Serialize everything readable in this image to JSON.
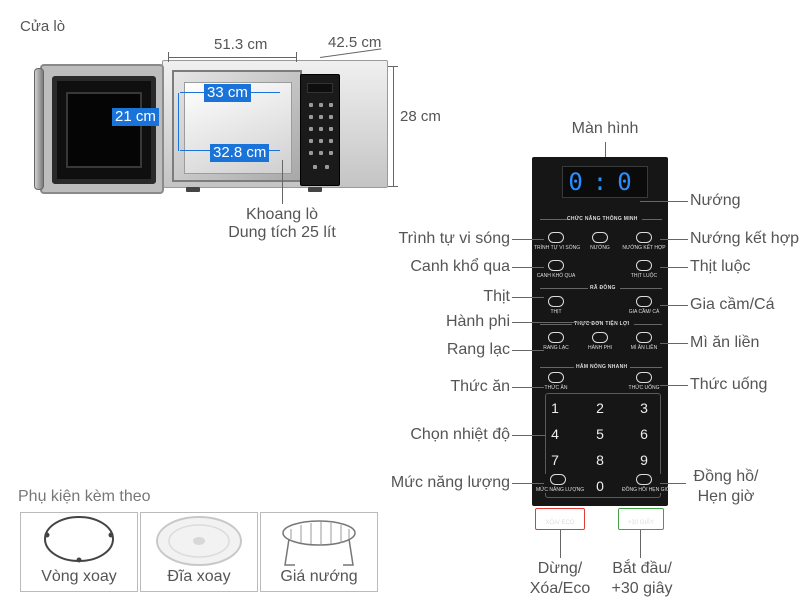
{
  "product": {
    "door_label": "Cửa lò",
    "width": "51.3 cm",
    "depth": "42.5 cm",
    "height": "28 cm",
    "inner_width": "33 cm",
    "inner_height": "21 cm",
    "inner_depth": "32.8 cm",
    "cavity_label_1": "Khoang lò",
    "cavity_label_2": "Dung tích 25 lít"
  },
  "panel": {
    "screen_label": "Màn hình",
    "display_value": "0:0",
    "section_smart": "CHỨC NĂNG THÔNG MINH",
    "section_defrost": "RÃ ĐÔNG",
    "section_menu": "THỰC ĐƠN TIỆN LỢI",
    "section_reheat": "HÂM NÓNG NHANH",
    "buttons": {
      "micro_seq": "TRÌNH TỰ VI SÓNG",
      "grill": "NƯỚNG",
      "combo": "NƯỚNG KẾT HỢP",
      "bitter_melon": "CANH KHỔ QUA",
      "boiled_meat": "THỊT LUỘC",
      "meat": "THỊT",
      "poultry": "GIA CẦM/ CÁ",
      "fried_onion": "HÀNH PHI",
      "peanut": "RANG LẠC",
      "noodle": "MÌ ĂN LIỀN",
      "food": "THỨC ĂN",
      "drink": "THỨC UỐNG",
      "power": "MỨC NĂNG LƯỢNG",
      "clock": "ĐỒNG HỒ/ HẸN GIỜ",
      "stop_1": "DỪNG",
      "stop_2": "XÓA/ ECO",
      "start_1": "BẮT ĐẦU",
      "start_2": "+30 GIÂY"
    },
    "keys": [
      "1",
      "2",
      "3",
      "4",
      "5",
      "6",
      "7",
      "8",
      "9",
      "0"
    ]
  },
  "callouts": {
    "grill": "Nướng",
    "micro_seq": "Trình tự vi sóng",
    "combo": "Nướng kết hợp",
    "bitter_melon": "Canh khổ qua",
    "boiled_meat": "Thịt luộc",
    "meat": "Thịt",
    "poultry": "Gia cầm/Cá",
    "fried_onion": "Hành phi",
    "peanut": "Rang lạc",
    "noodle": "Mì ăn liền",
    "food": "Thức ăn",
    "drink": "Thức uống",
    "temp": "Chọn nhiệt độ",
    "power": "Mức năng lượng",
    "clock_1": "Đồng hồ/",
    "clock_2": "Hẹn giờ",
    "stop_1": "Dừng/",
    "stop_2": "Xóa/Eco",
    "start_1": "Bắt đầu/",
    "start_2": "+30 giây"
  },
  "accessories": {
    "title": "Phụ kiện kèm theo",
    "items": [
      "Vòng xoay",
      "Đĩa xoay",
      "Giá nướng"
    ]
  },
  "colors": {
    "accent_blue": "#1a73d9",
    "display_blue": "#2a8eff",
    "stop_red": "#e53935",
    "start_green": "#43a047"
  }
}
